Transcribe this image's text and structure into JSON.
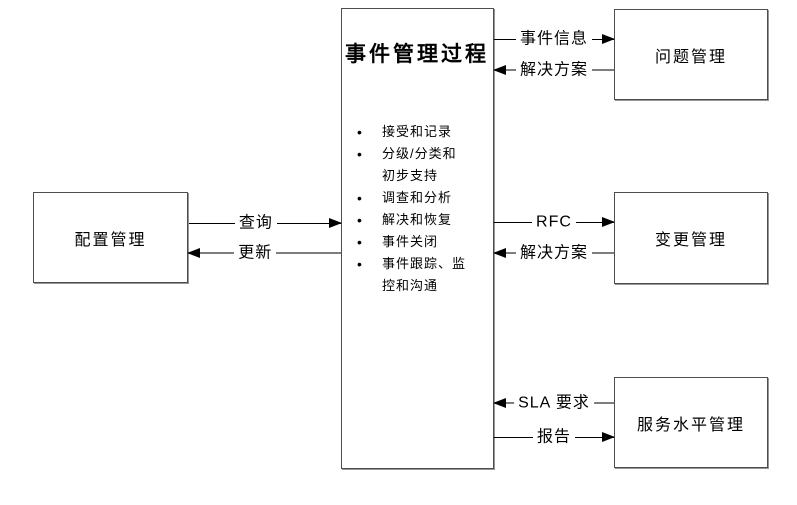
{
  "center_box": {
    "title": "事件管理过程",
    "steps": [
      "接受和记录",
      "分级/分类和\n初步支持",
      "调查和分析",
      "解决和恢复",
      "事件关闭",
      "事件跟踪、监\n控和沟通"
    ],
    "bullet": "•"
  },
  "boxes": {
    "configuration": {
      "label": "配置管理"
    },
    "problem": {
      "label": "问题管理"
    },
    "change": {
      "label": "变更管理"
    },
    "service_level": {
      "label": "服务水平管理"
    }
  },
  "connectors": {
    "query": {
      "label": "查询",
      "direction": "right",
      "from": "配置管理",
      "to": "事件管理过程"
    },
    "update": {
      "label": "更新",
      "direction": "left",
      "from": "事件管理过程",
      "to": "配置管理"
    },
    "incident_info": {
      "label": "事件信息",
      "direction": "right",
      "from": "事件管理过程",
      "to": "问题管理"
    },
    "solution_problem": {
      "label": "解决方案",
      "direction": "left",
      "from": "问题管理",
      "to": "事件管理过程"
    },
    "rfc": {
      "label": "RFC",
      "direction": "right",
      "from": "事件管理过程",
      "to": "变更管理"
    },
    "solution_change": {
      "label": "解决方案",
      "direction": "left",
      "from": "变更管理",
      "to": "事件管理过程"
    },
    "sla_requirement": {
      "label": "SLA 要求",
      "direction": "left",
      "from": "服务水平管理",
      "to": "事件管理过程"
    },
    "report": {
      "label": "报告",
      "direction": "right",
      "from": "事件管理过程",
      "to": "服务水平管理"
    }
  },
  "colors": {
    "background": "#ffffff",
    "box_border": "#4d4d4d",
    "box_shadow": "#969696",
    "line_black": "#000000",
    "line_gray": "#7e7e7e",
    "text": "#000000"
  }
}
